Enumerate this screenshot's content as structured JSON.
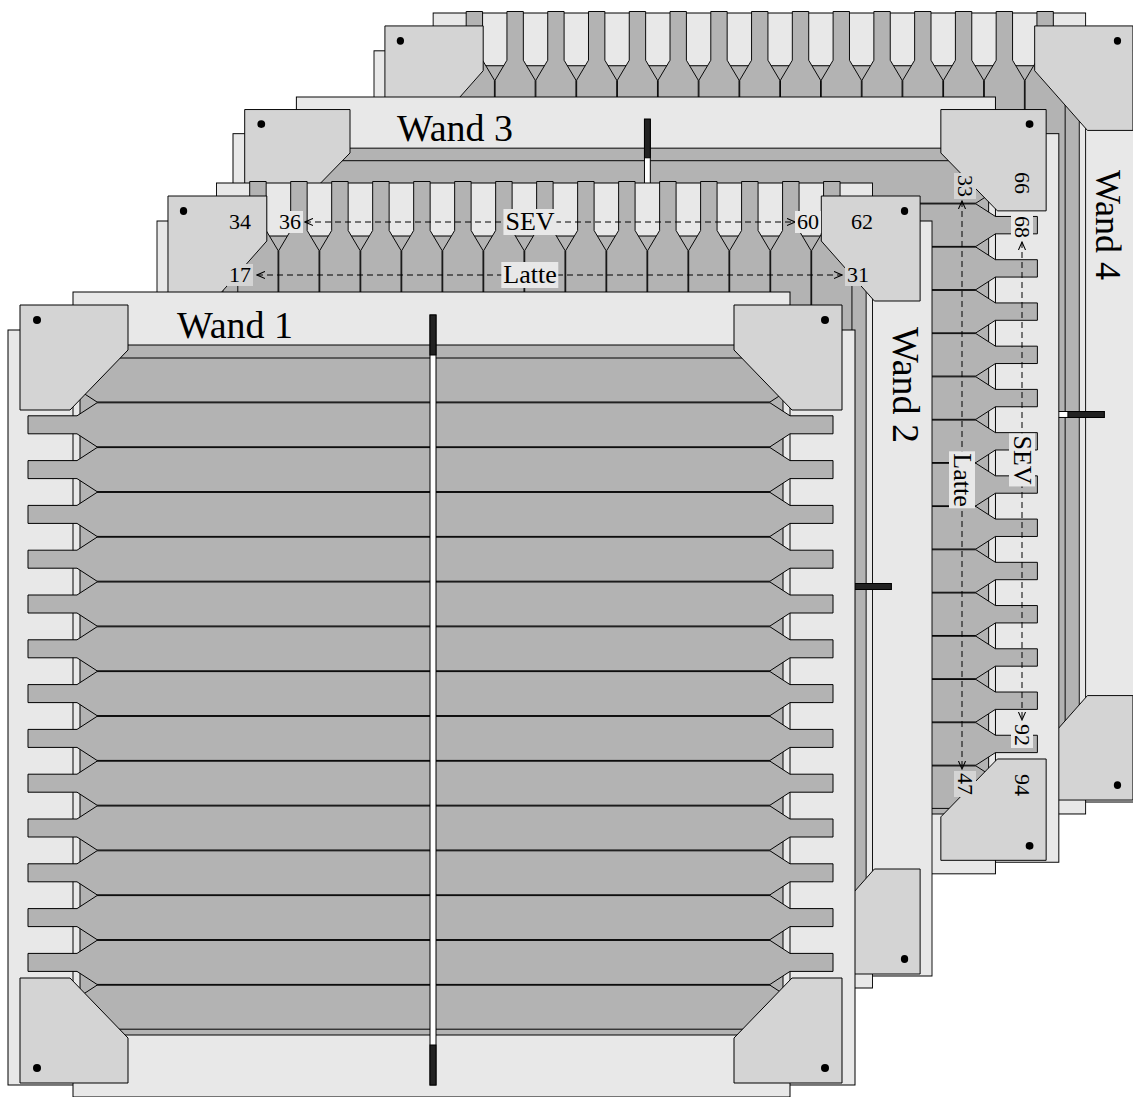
{
  "diagram": {
    "labels": [
      "Wand 3",
      "34",
      "36",
      "SEV",
      "60",
      "62",
      "17",
      "Latte",
      "31",
      "Wand 1",
      "Wand 2",
      "33",
      "66",
      "68",
      "Latte",
      "SEV",
      "92",
      "94",
      "47",
      "Wand 4"
    ]
  }
}
